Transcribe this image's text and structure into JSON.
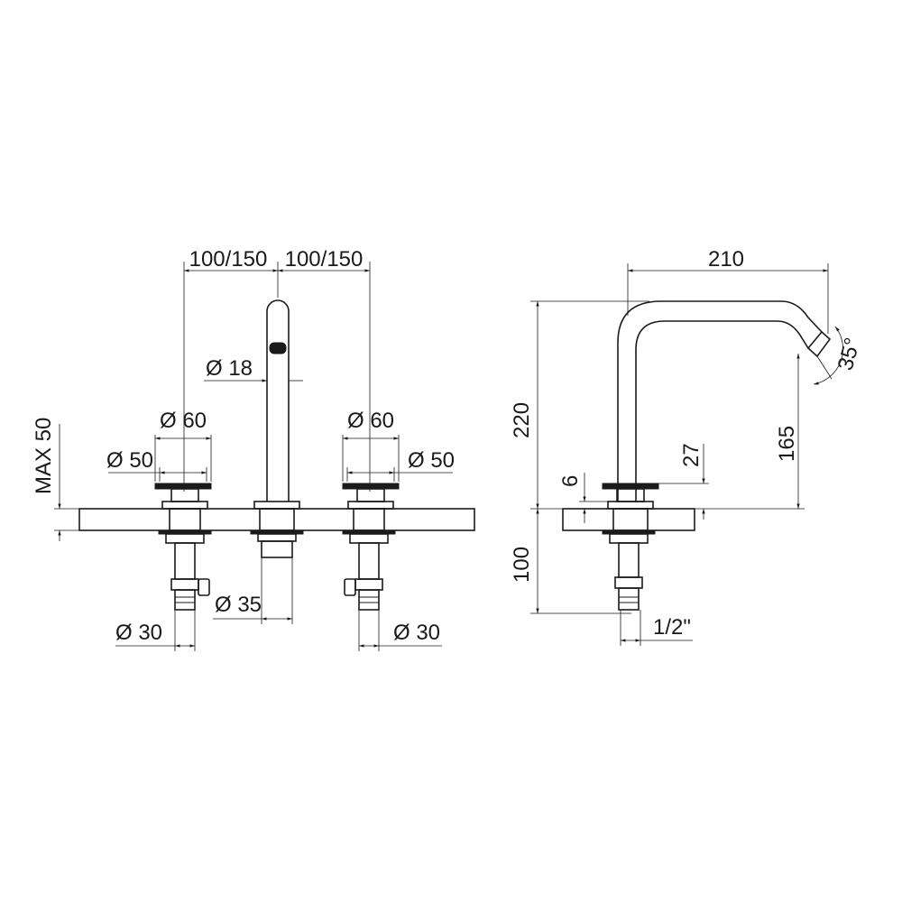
{
  "front_view": {
    "spacing_left": "100/150",
    "spacing_right": "100/150",
    "spout_diameter": "Ø 18",
    "handle_outer_left": "Ø 60",
    "handle_outer_right": "Ø 60",
    "handle_inner_left": "Ø 50",
    "handle_inner_right": "Ø 50",
    "deck_thickness": "MAX 50",
    "spout_base_diameter": "Ø 35",
    "valve_left_diameter": "Ø 30",
    "valve_right_diameter": "Ø 30"
  },
  "side_view": {
    "spout_reach": "210",
    "spout_height_total": "220",
    "outlet_height": "165",
    "handle_height": "27",
    "flange_height": "6",
    "below_deck": "100",
    "thread_size": "1/2\"",
    "outlet_angle": "35°"
  },
  "colors": {
    "line": "#1a1a1a",
    "background": "#ffffff"
  }
}
